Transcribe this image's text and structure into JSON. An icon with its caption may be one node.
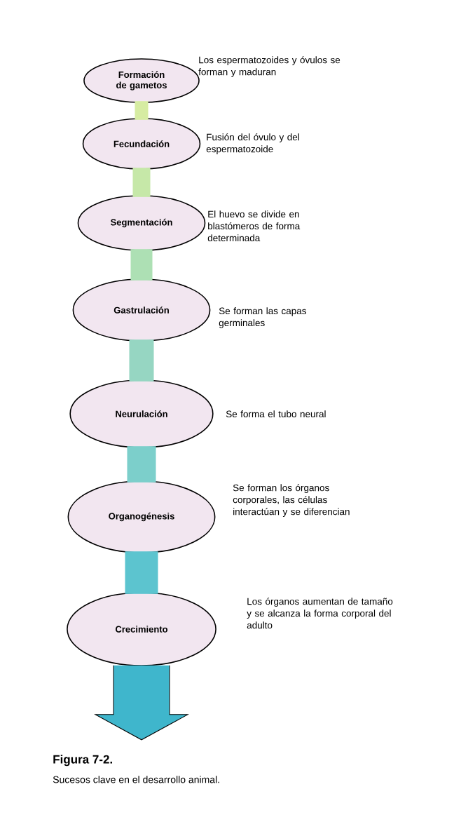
{
  "diagram": {
    "title": "Figura 7-2.",
    "caption": "Sucesos clave en el desarrollo animal.",
    "nodes": [
      {
        "text": [
          "Formación de gametos"
        ],
        "beside": [
          "Los espermatozoides y óvulos se forman y maduran"
        ]
      },
      {
        "text": [
          "Fecundación"
        ],
        "beside": [
          "Fusión del óvulo y del espermatozoide"
        ]
      },
      {
        "text": [
          "Segmentación"
        ],
        "beside": [
          "El huevo se divide en blastómeros de forma determinada"
        ]
      },
      {
        "text": [
          "Gastrulación"
        ],
        "beside": [
          "Se forman las capas germinales"
        ]
      },
      {
        "text": [
          "Neurulación"
        ],
        "beside": [
          "Se forma el tubo neural"
        ]
      },
      {
        "text": [
          "Organogénesis"
        ],
        "beside": [
          "Se forman los órganos corporales, las células interactúan y se diferencian"
        ]
      },
      {
        "text": [
          "Crecimiento"
        ],
        "beside": [
          "Los órganos aumentan de tamaño y se alcanza la forma corporal del adulto"
        ]
      }
    ],
    "edges": [
      {
        "from": 0,
        "to": 1,
        "arrow": "none",
        "color": "#d6eca2"
      },
      {
        "from": 1,
        "to": 2,
        "arrow": "none",
        "color": "#c6e8a8"
      },
      {
        "from": 2,
        "to": 3,
        "arrow": "none",
        "color": "#ade0b4"
      },
      {
        "from": 3,
        "to": 4,
        "arrow": "none",
        "color": "#96d6c2"
      },
      {
        "from": 4,
        "to": 5,
        "arrow": "none",
        "color": "#7ccfcb"
      },
      {
        "from": 5,
        "to": 6,
        "arrow": "none",
        "color": "#5cc4cf"
      },
      {
        "from": 6,
        "to": null,
        "arrow": "to",
        "color": "#3fb6cc"
      }
    ]
  }
}
